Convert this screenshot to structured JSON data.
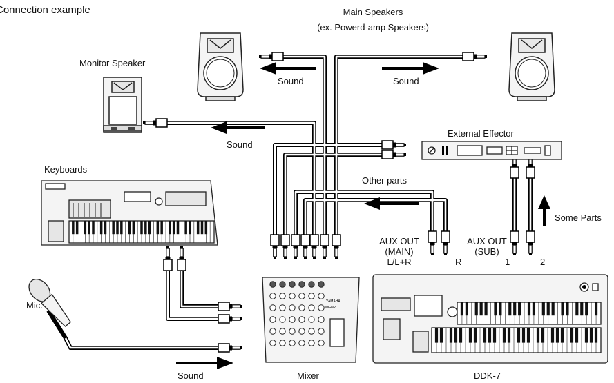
{
  "title": "Connection example",
  "labels": {
    "main_speakers_line1": "Main Speakers",
    "main_speakers_line2": "(ex. Powerd-amp Speakers)",
    "monitor_speaker": "Monitor Speaker",
    "sound": "Sound",
    "external_effector": "External Effector",
    "keyboards": "Keyboards",
    "other_parts": "Other parts",
    "some_parts": "Some Parts",
    "aux_main_line1": "AUX OUT",
    "aux_main_line2": "(MAIN)",
    "aux_main_line3": "L/L+R",
    "aux_main_r": "R",
    "aux_sub_line1": "AUX OUT",
    "aux_sub_line2": "(SUB)",
    "aux_sub_1": "1",
    "aux_sub_2": "2",
    "mic": "Mic.",
    "mixer": "Mixer",
    "ddk7": "DDK-7"
  },
  "device_marks": {
    "mixer_model": "MG8/2",
    "brand": "YAMAHA"
  },
  "colors": {
    "cable": "#000000",
    "device_fill": "#f2f2f2",
    "device_stroke": "#222222",
    "arrow": "#000000"
  }
}
